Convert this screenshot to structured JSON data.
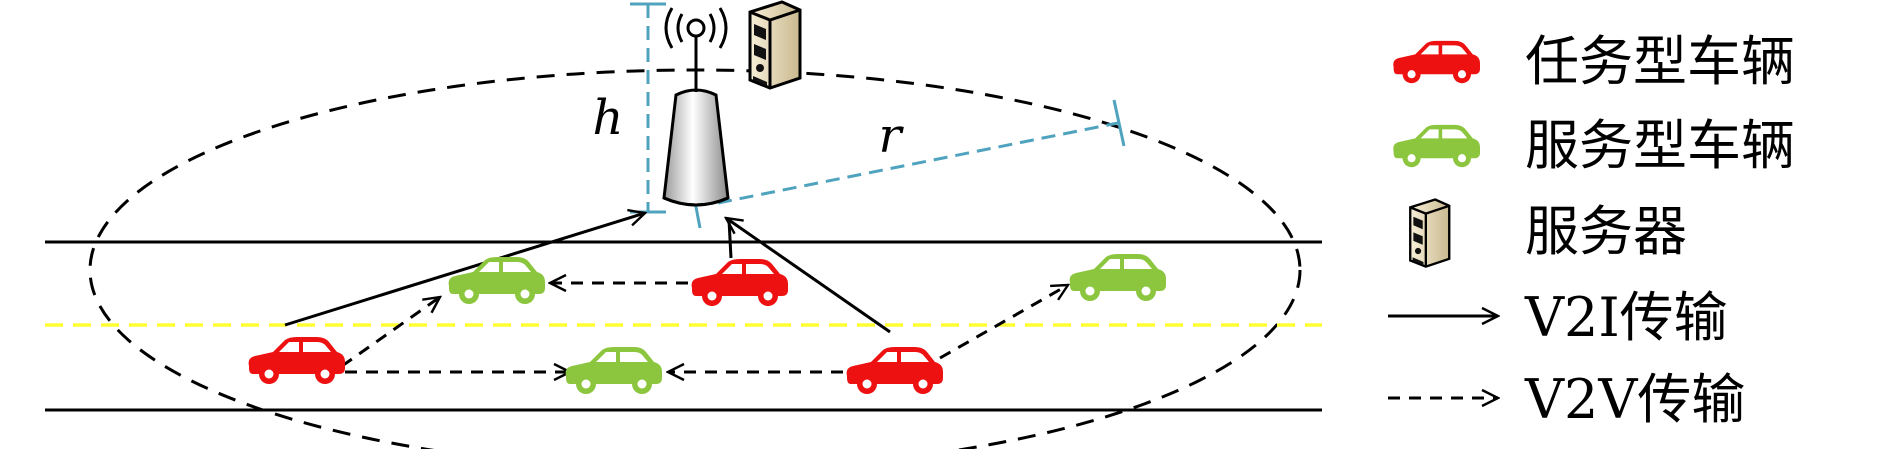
{
  "labels": {
    "height": "h",
    "radius": "r"
  },
  "legend": {
    "task_vehicle": "任务型车辆",
    "service_vehicle": "服务型车辆",
    "server": "服务器",
    "v2i": "V2I传输",
    "v2v": "V2V传输"
  },
  "colors": {
    "task_vehicle": "#ee1111",
    "service_vehicle": "#8cc63f",
    "center_line": "#ffff33",
    "dimension": "#4fa3bf",
    "road": "#000000"
  },
  "icons": {
    "task_vehicle": "red-car-icon",
    "service_vehicle": "green-car-icon",
    "server": "server-icon",
    "base_station": "antenna-tower-icon"
  }
}
